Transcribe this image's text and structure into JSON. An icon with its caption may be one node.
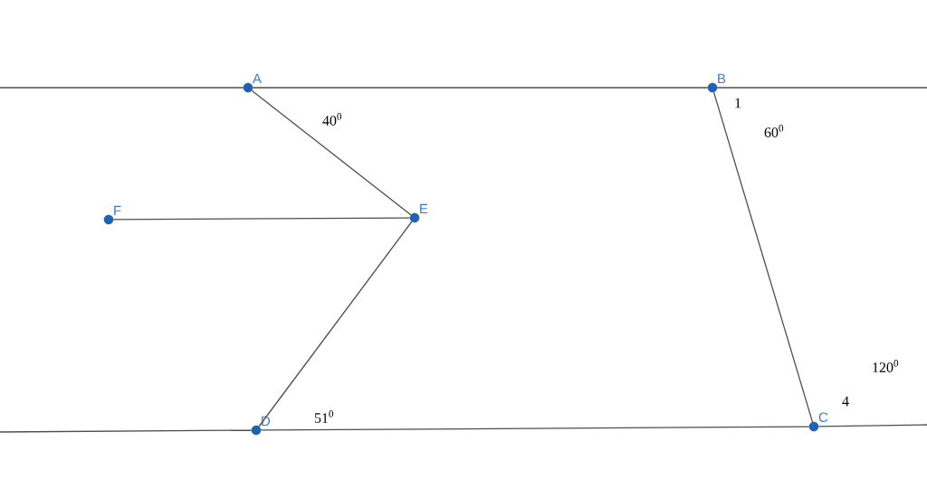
{
  "diagram": {
    "nodes": [
      {
        "text": [
          "A"
        ]
      },
      {
        "text": [
          "B"
        ]
      },
      {
        "text": [
          "C"
        ]
      },
      {
        "text": [
          "D"
        ]
      },
      {
        "text": [
          "E"
        ]
      },
      {
        "text": [
          "F"
        ]
      }
    ],
    "edges": [
      {
        "from": 0,
        "to": 1,
        "arrow": "none"
      },
      {
        "from": 3,
        "to": 2,
        "arrow": "none"
      },
      {
        "from": 0,
        "to": 4,
        "arrow": "none"
      },
      {
        "from": 4,
        "to": 5,
        "arrow": "none"
      },
      {
        "from": 4,
        "to": 3,
        "arrow": "none"
      },
      {
        "from": 1,
        "to": 2,
        "arrow": "none"
      }
    ],
    "labels": [
      "40$^{0}$",
      "1",
      "60$^{0}$",
      "120$^{0}$",
      "4",
      "51$^{0}$"
    ]
  }
}
